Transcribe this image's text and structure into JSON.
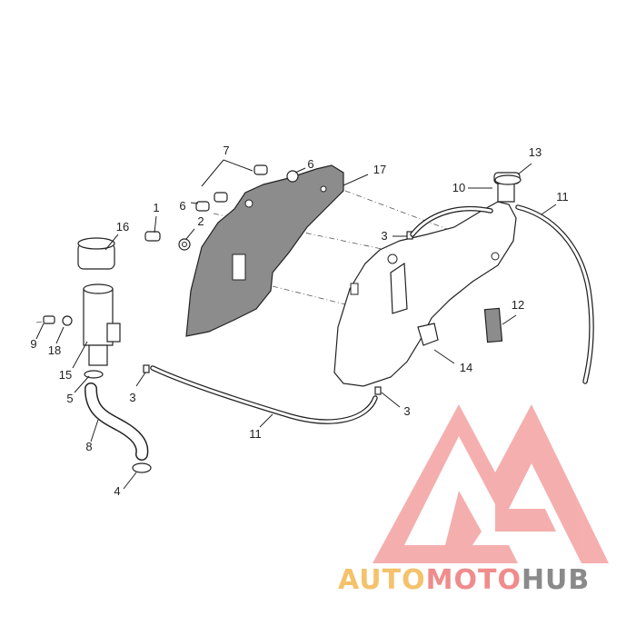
{
  "diagram": {
    "callouts": [
      {
        "id": "c1",
        "text": "1"
      },
      {
        "id": "c2",
        "text": "2"
      },
      {
        "id": "c3a",
        "text": "3"
      },
      {
        "id": "c3b",
        "text": "3"
      },
      {
        "id": "c3c",
        "text": "3"
      },
      {
        "id": "c4",
        "text": "4"
      },
      {
        "id": "c5",
        "text": "5"
      },
      {
        "id": "c6a",
        "text": "6"
      },
      {
        "id": "c6b",
        "text": "6"
      },
      {
        "id": "c7",
        "text": "7"
      },
      {
        "id": "c8",
        "text": "8"
      },
      {
        "id": "c9",
        "text": "9"
      },
      {
        "id": "c10",
        "text": "10"
      },
      {
        "id": "c11a",
        "text": "11"
      },
      {
        "id": "c11b",
        "text": "11"
      },
      {
        "id": "c12",
        "text": "12"
      },
      {
        "id": "c13",
        "text": "13"
      },
      {
        "id": "c14",
        "text": "14"
      },
      {
        "id": "c15",
        "text": "15"
      },
      {
        "id": "c16",
        "text": "16"
      },
      {
        "id": "c17",
        "text": "17"
      },
      {
        "id": "c18",
        "text": "18"
      }
    ]
  },
  "watermark": {
    "word_1": "AUTO",
    "word_2": "MOTO",
    "word_3": "HUB",
    "colors": {
      "auto": "#f5c26b",
      "moto": "#f08c8c",
      "hub": "#8a8a8a",
      "mark": "#f4a1a1"
    }
  }
}
